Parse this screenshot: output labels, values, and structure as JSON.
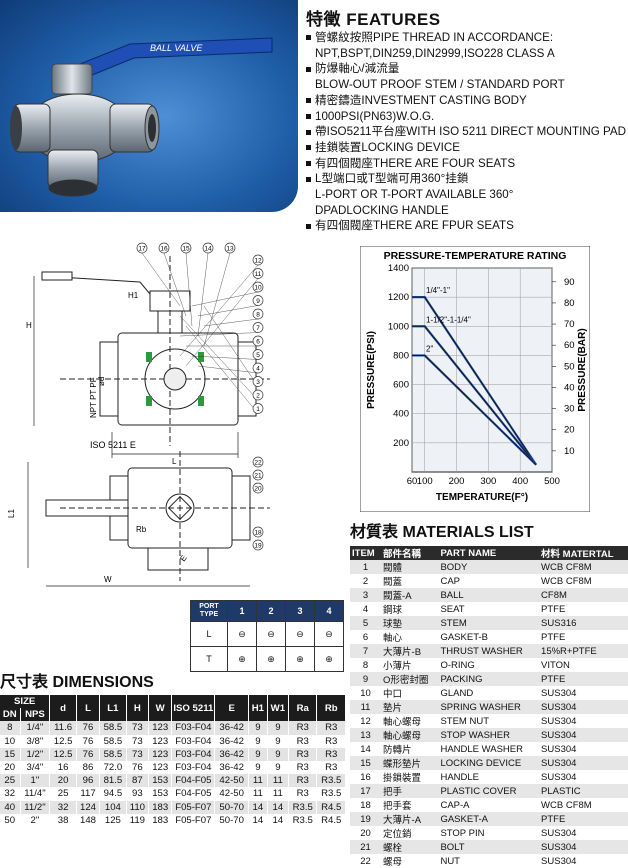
{
  "photo": {
    "handle_label": "BALL VALVE"
  },
  "features": {
    "title": "特徵 FEATURES",
    "items": [
      {
        "bullet": true,
        "text": "管螺紋按照PIPE THREAD IN ACCORDANCE:"
      },
      {
        "bullet": false,
        "text": "NPT,BSPT,DIN259,DIN2999,ISO228 CLASS A"
      },
      {
        "bullet": true,
        "text": "防爆軸心/減流量"
      },
      {
        "bullet": false,
        "text": "BLOW-OUT PROOF STEM / STANDARD PORT"
      },
      {
        "bullet": true,
        "text": "精密鑄造INVESTMENT CASTING BODY"
      },
      {
        "bullet": true,
        "text": "1000PSI(PN63)W.O.G."
      },
      {
        "bullet": true,
        "text": "帶ISO5211平台座WITH ISO 5211 DIRECT MOUNTING PAD"
      },
      {
        "bullet": true,
        "text": "挂鎖裝置LOCKING DEVICE"
      },
      {
        "bullet": true,
        "text": "有四個閥座THERE ARE FOUR SEATS"
      },
      {
        "bullet": true,
        "text": "L型端口或T型端可用360°挂鎖"
      },
      {
        "bullet": false,
        "text": "L-PORT OR T-PORT AVAILABLE 360°"
      },
      {
        "bullet": false,
        "text": "DPADLOCKING HANDLE"
      },
      {
        "bullet": true,
        "text": "有四個閥座THERE ARE FPUR SEATS"
      }
    ]
  },
  "drawing": {
    "labels": {
      "h": "H",
      "h1": "H1",
      "l": "L",
      "l1": "L1",
      "w": "W",
      "npt": "NPT PT PF",
      "d": "ød",
      "rb": "Rb",
      "ra": "Ra",
      "e": "E",
      "iso": "ISO 5211 E"
    },
    "top_callouts": [
      "17",
      "16",
      "15",
      "14",
      "13",
      "12",
      "11",
      "10",
      "9",
      "8",
      "7",
      "6",
      "5",
      "4",
      "3",
      "2",
      "1"
    ],
    "bottom_callouts": [
      "22",
      "21",
      "20",
      "18",
      "19"
    ]
  },
  "port_table": {
    "header": [
      "PORT",
      "TYPE",
      "1",
      "2",
      "3",
      "4"
    ],
    "rows": [
      {
        "type": "L"
      },
      {
        "type": "T"
      }
    ]
  },
  "chart_data": {
    "type": "line",
    "title": "PRESSURE-TEMPERATURE RATING",
    "xlabel": "TEMPERATURE(F°)",
    "ylabel": "PRESSURE(PSI)",
    "y2label": "PRESSURE(BAR)",
    "xlim": [
      60,
      500
    ],
    "ylim": [
      0,
      1400
    ],
    "x_ticks": [
      "60",
      "100",
      "200",
      "300",
      "400",
      "500"
    ],
    "y_ticks": [
      "200",
      "400",
      "600",
      "800",
      "1000",
      "1200",
      "1400"
    ],
    "y2_ticks": [
      "10",
      "20",
      "30",
      "40",
      "50",
      "60",
      "70",
      "80",
      "90"
    ],
    "series": [
      {
        "name": "1/4\"-1\"",
        "x": [
          60,
          100,
          450
        ],
        "y": [
          1200,
          1200,
          50
        ]
      },
      {
        "name": "1-1/2\"-1-1/4\"",
        "x": [
          60,
          100,
          450
        ],
        "y": [
          1000,
          1000,
          50
        ]
      },
      {
        "name": "2\"",
        "x": [
          60,
          100,
          450
        ],
        "y": [
          800,
          800,
          50
        ]
      }
    ]
  },
  "materials": {
    "title": "材質表 MATERIALS LIST",
    "header": [
      "ITEM",
      "部件名稱",
      "PART NAME",
      "材料 MATERTAL"
    ],
    "rows": [
      [
        "1",
        "閥體",
        "BODY",
        "WCB  CF8M"
      ],
      [
        "2",
        "閥蓋",
        "CAP",
        "WCB  CF8M"
      ],
      [
        "3",
        "閥蓋-A",
        "BALL",
        "CF8M"
      ],
      [
        "4",
        "鋼球",
        "SEAT",
        "PTFE"
      ],
      [
        "5",
        "球墊",
        "STEM",
        "SUS316"
      ],
      [
        "6",
        "軸心",
        "GASKET-B",
        "PTFE"
      ],
      [
        "7",
        "大薄片-B",
        "THRUST WASHER",
        "15%R+PTFE"
      ],
      [
        "8",
        "小薄片",
        "O-RING",
        "VITON"
      ],
      [
        "9",
        "O形密封圈",
        "PACKING",
        "PTFE"
      ],
      [
        "10",
        "中口",
        "GLAND",
        "SUS304"
      ],
      [
        "11",
        "墊片",
        "SPRING WASHER",
        "SUS304"
      ],
      [
        "12",
        "軸心螺母",
        "STEM NUT",
        "SUS304"
      ],
      [
        "13",
        "軸心螺母",
        "STOP WASHER",
        "SUS304"
      ],
      [
        "14",
        "防轉片",
        "HANDLE WASHER",
        "SUS304"
      ],
      [
        "15",
        "蝶形墊片",
        "LOCKING DEVICE",
        "SUS304"
      ],
      [
        "16",
        "掛鎖裝置",
        "HANDLE",
        "SUS304"
      ],
      [
        "17",
        "把手",
        "PLASTIC COVER",
        "PLASTIC"
      ],
      [
        "18",
        "把手套",
        "CAP-A",
        "WCB  CF8M"
      ],
      [
        "19",
        "大薄片-A",
        "GASKET-A",
        "PTFE"
      ],
      [
        "20",
        "定位銷",
        "STOP PIN",
        "SUS304"
      ],
      [
        "21",
        "螺栓",
        "BOLT",
        "SUS304"
      ],
      [
        "22",
        "螺母",
        "NUT",
        "SUS304"
      ]
    ]
  },
  "dimensions": {
    "title": "尺寸表 DIMENSIONS",
    "header_top": [
      "SIZE",
      "d",
      "L",
      "L1",
      "H",
      "W",
      "ISO 5211",
      "E",
      "H1",
      "W1",
      "Ra",
      "Rb"
    ],
    "header_sub": [
      "DN",
      "NPS"
    ],
    "rows": [
      [
        "8",
        "1/4\"",
        "11.6",
        "76",
        "58.5",
        "73",
        "123",
        "F03-F04",
        "36-42",
        "9",
        "9",
        "R3",
        "R3"
      ],
      [
        "10",
        "3/8\"",
        "12.5",
        "76",
        "58.5",
        "73",
        "123",
        "F03-F04",
        "36-42",
        "9",
        "9",
        "R3",
        "R3"
      ],
      [
        "15",
        "1/2\"",
        "12.5",
        "76",
        "58.5",
        "73",
        "123",
        "F03-F04",
        "36-42",
        "9",
        "9",
        "R3",
        "R3"
      ],
      [
        "20",
        "3/4\"",
        "16",
        "86",
        "72.0",
        "76",
        "123",
        "F03-F04",
        "36-42",
        "9",
        "9",
        "R3",
        "R3"
      ],
      [
        "25",
        "1\"",
        "20",
        "96",
        "81.5",
        "87",
        "153",
        "F04-F05",
        "42-50",
        "11",
        "11",
        "R3",
        "R3.5"
      ],
      [
        "32",
        "11/4\"",
        "25",
        "117",
        "94.5",
        "93",
        "153",
        "F04-F05",
        "42-50",
        "11",
        "11",
        "R3",
        "R3.5"
      ],
      [
        "40",
        "11/2\"",
        "32",
        "124",
        "104",
        "110",
        "183",
        "F05-F07",
        "50-70",
        "14",
        "14",
        "R3.5",
        "R4.5"
      ],
      [
        "50",
        "2\"",
        "38",
        "148",
        "125",
        "119",
        "183",
        "F05-F07",
        "50-70",
        "14",
        "14",
        "R3.5",
        "R4.5"
      ]
    ]
  }
}
